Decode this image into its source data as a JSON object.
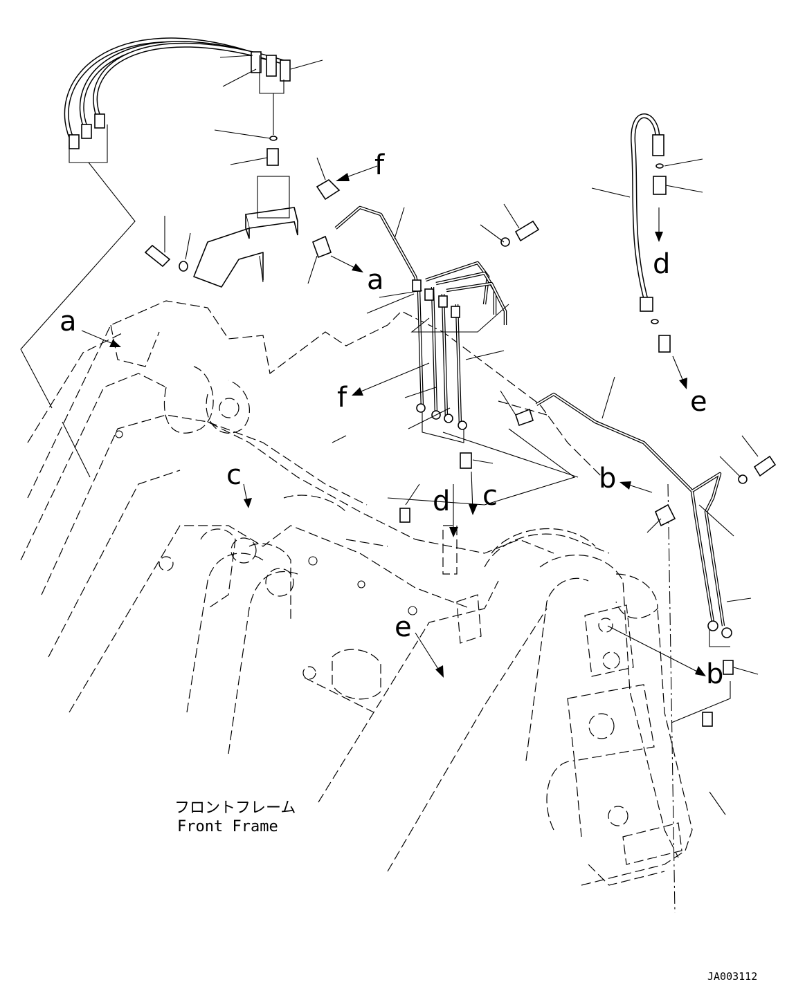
{
  "callouts": {
    "a_left": "a",
    "a_upper": "a",
    "b_left": "b",
    "b_lower": "b",
    "c_left": "c",
    "c_right": "c",
    "d_left": "d",
    "d_right": "d",
    "e_right": "e",
    "e_lower": "e",
    "f_upper": "f",
    "f_lower": "f"
  },
  "caption": {
    "japanese": "フロントフレーム",
    "english": "Front Frame"
  },
  "figure_code": "JA003112"
}
